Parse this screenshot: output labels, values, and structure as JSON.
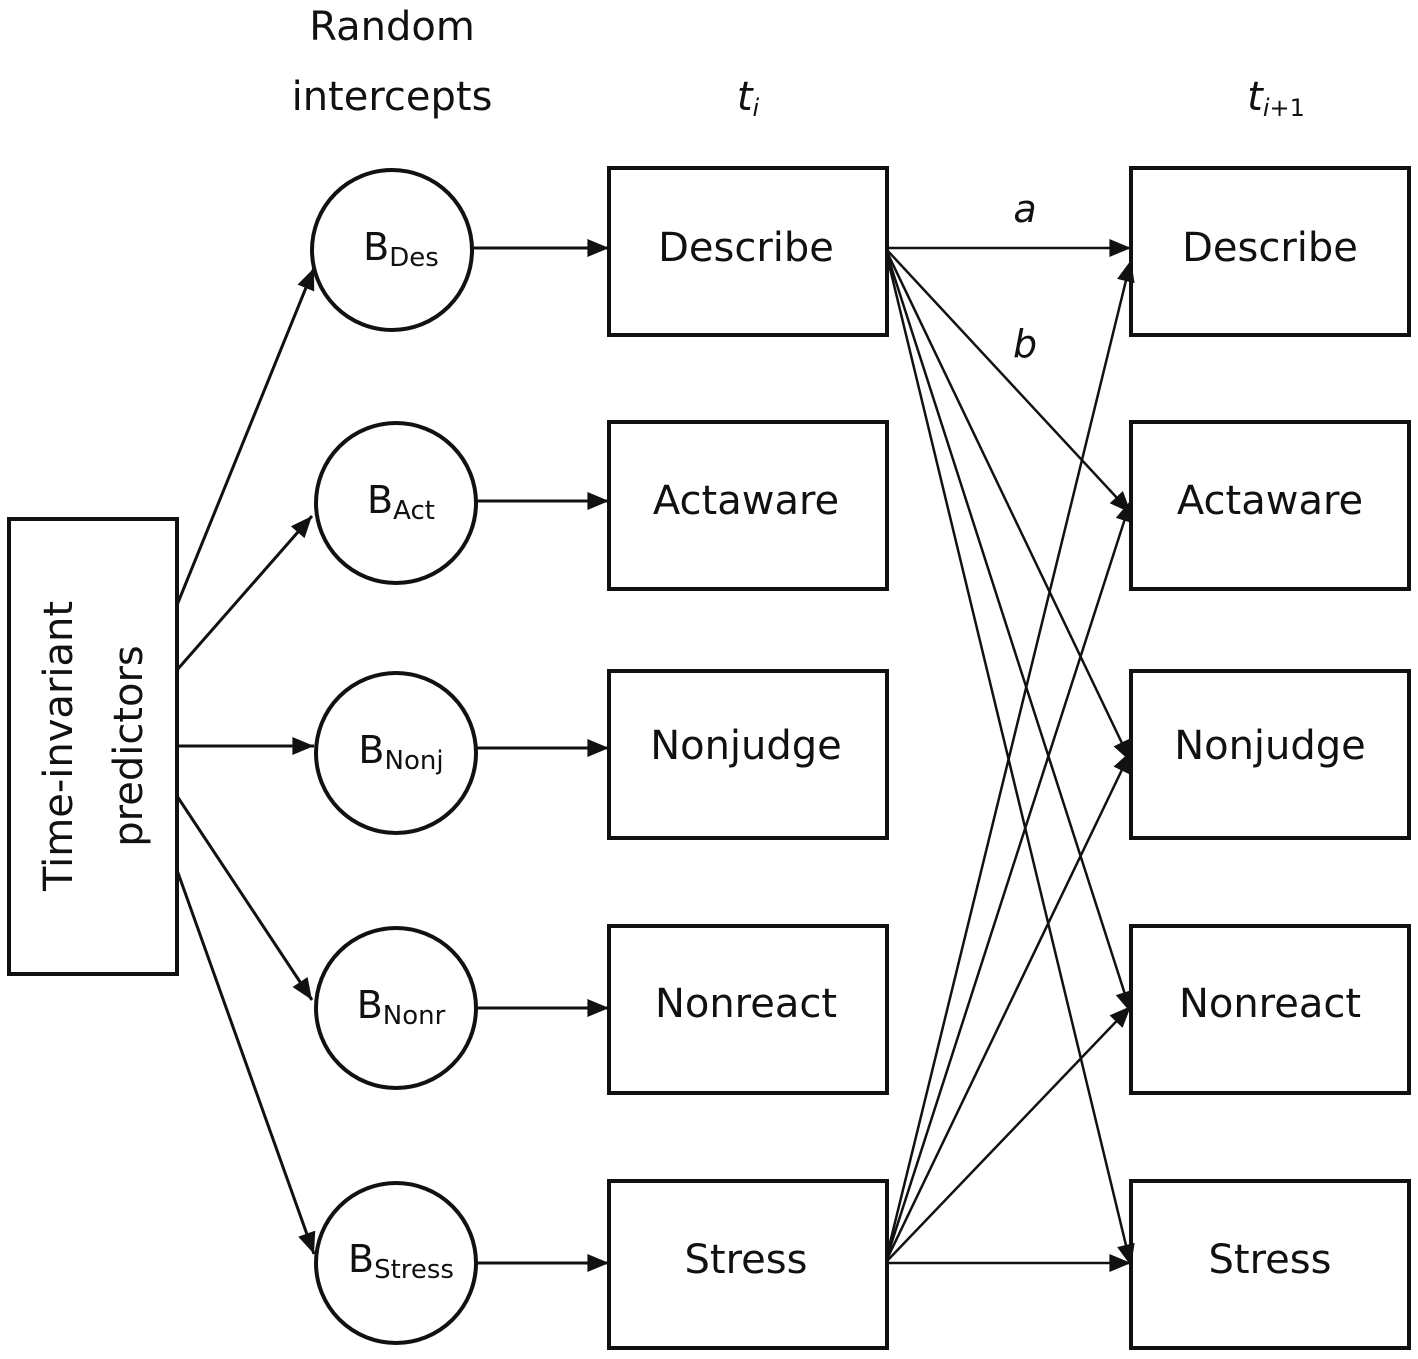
{
  "headers": {
    "random_intercepts_line1": "Random",
    "random_intercepts_line2": "intercepts",
    "ti_base": "t",
    "ti_sub": "i",
    "ti1_base": "t",
    "ti1_sub_i": "i",
    "ti1_sub_rest": "+1"
  },
  "predictor_box": {
    "line1": "Time-invariant",
    "line2": "predictors"
  },
  "intercepts": [
    {
      "base": "B",
      "sub": "Des"
    },
    {
      "base": "B",
      "sub": "Act"
    },
    {
      "base": "B",
      "sub": "Nonj"
    },
    {
      "base": "B",
      "sub": "Nonr"
    },
    {
      "base": "B",
      "sub": "Stress"
    }
  ],
  "ti_boxes": [
    "Describe",
    "Actaware",
    "Nonjudge",
    "Nonreact",
    "Stress"
  ],
  "ti1_boxes": [
    "Describe",
    "Actaware",
    "Nonjudge",
    "Nonreact",
    "Stress"
  ],
  "path_labels": {
    "a": "a",
    "b": "b"
  },
  "colors": {
    "stroke": "#111111",
    "background": "#ffffff"
  }
}
